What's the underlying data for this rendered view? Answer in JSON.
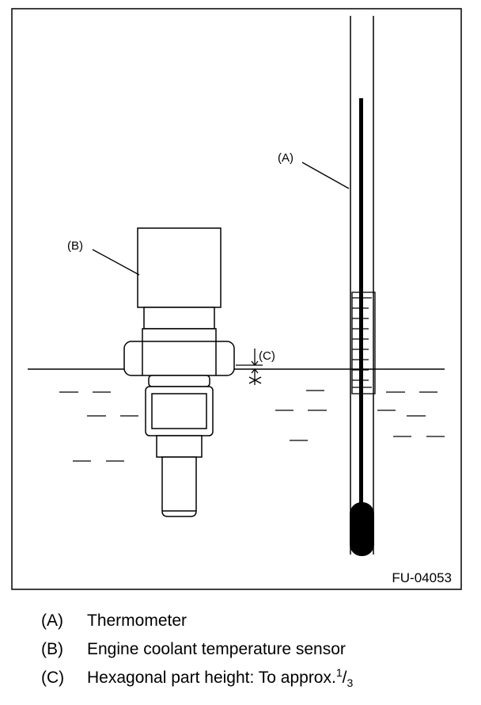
{
  "diagram": {
    "figure_code": "FU-04053",
    "callouts": {
      "a": "(A)",
      "b": "(B)",
      "c": "(C)"
    }
  },
  "legend": {
    "items": [
      {
        "key": "(A)",
        "text": "Thermometer"
      },
      {
        "key": "(B)",
        "text": "Engine coolant temperature sensor"
      },
      {
        "key": "(C)",
        "text": "Hexagonal part height: To approx.",
        "fraction_numerator": "1",
        "fraction_denominator": "3"
      }
    ]
  }
}
